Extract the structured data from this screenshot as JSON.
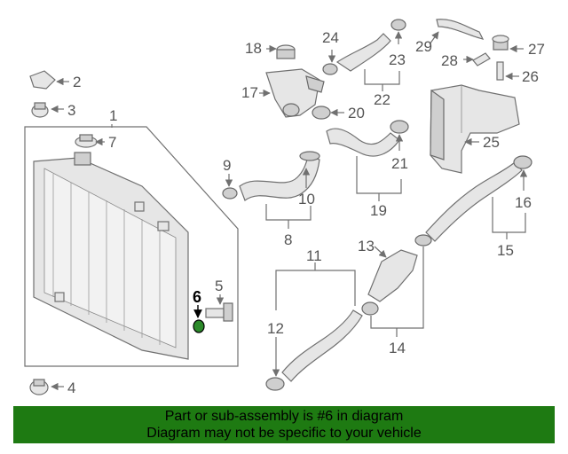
{
  "callouts": {
    "c1": "1",
    "c2": "2",
    "c3": "3",
    "c4": "4",
    "c5": "5",
    "c6": "6",
    "c7": "7",
    "c8": "8",
    "c9": "9",
    "c10": "10",
    "c11": "11",
    "c12": "12",
    "c13": "13",
    "c14": "14",
    "c15": "15",
    "c16": "16",
    "c17": "17",
    "c18": "18",
    "c19": "19",
    "c20": "20",
    "c21": "21",
    "c22": "22",
    "c23": "23",
    "c24": "24",
    "c25": "25",
    "c26": "26",
    "c27": "27",
    "c28": "28",
    "c29": "29"
  },
  "highlighted_part": "6",
  "banner": {
    "line1": "Part or sub-assembly is #6 in diagram",
    "line2": "Diagram may not be specific to your vehicle",
    "background_color": "#1e7a12"
  },
  "colors": {
    "line": "#707070",
    "highlight_fill": "#2c8a2a"
  }
}
